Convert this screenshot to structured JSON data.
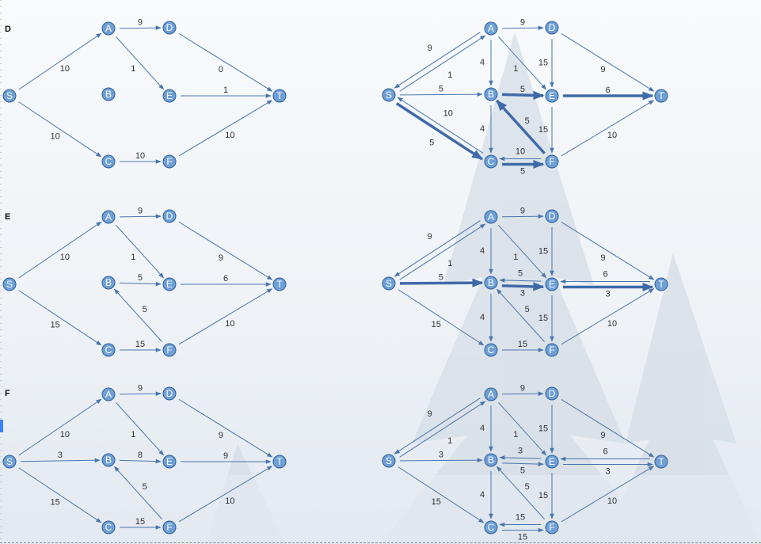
{
  "colors": {
    "node_fill": "#6e9fd6",
    "node_stroke": "#2f5f98",
    "edge": "#4a76ad",
    "flow": "#3f6aa8"
  },
  "panels": [
    {
      "label": "D",
      "label_row": 0,
      "left": [
        [
          "S",
          "A",
          "10"
        ],
        [
          "A",
          "D",
          "9"
        ],
        [
          "A",
          "E",
          "1"
        ],
        [
          "D",
          "T",
          "0"
        ],
        [
          "S",
          "C",
          "10"
        ],
        [
          "E",
          "T",
          "1"
        ],
        [
          "C",
          "F",
          "10"
        ],
        [
          "F",
          "T",
          "10"
        ]
      ],
      "right": [
        [
          "A",
          "S",
          "9"
        ],
        [
          "S",
          "A",
          "1"
        ],
        [
          "A",
          "D",
          "9"
        ],
        [
          "A",
          "B",
          "4"
        ],
        [
          "A",
          "E",
          "1"
        ],
        [
          "D",
          "E",
          "15"
        ],
        [
          "D",
          "T",
          "9"
        ],
        [
          "S",
          "B",
          "5"
        ],
        [
          "C",
          "S",
          "10"
        ],
        [
          "S",
          "C",
          "5",
          "thick"
        ],
        [
          "B",
          "E",
          "5",
          "thick"
        ],
        [
          "E",
          "T",
          "6",
          "thick"
        ],
        [
          "F",
          "B",
          "5",
          "thick"
        ],
        [
          "B",
          "C",
          "4"
        ],
        [
          "E",
          "F",
          "15"
        ],
        [
          "F",
          "C",
          "10"
        ],
        [
          "C",
          "F",
          "5",
          "thick"
        ],
        [
          "F",
          "T",
          "10"
        ]
      ]
    },
    {
      "label": "E",
      "label_row": 1,
      "left": [
        [
          "S",
          "A",
          "10"
        ],
        [
          "A",
          "D",
          "9"
        ],
        [
          "A",
          "E",
          "1"
        ],
        [
          "D",
          "T",
          "9"
        ],
        [
          "B",
          "E",
          "5"
        ],
        [
          "E",
          "T",
          "6"
        ],
        [
          "S",
          "C",
          "15"
        ],
        [
          "F",
          "B",
          "5"
        ],
        [
          "C",
          "F",
          "15"
        ],
        [
          "F",
          "T",
          "10"
        ]
      ],
      "right": [
        [
          "A",
          "S",
          "9"
        ],
        [
          "S",
          "A",
          "1"
        ],
        [
          "A",
          "D",
          "9"
        ],
        [
          "A",
          "B",
          "4"
        ],
        [
          "A",
          "E",
          "1"
        ],
        [
          "D",
          "E",
          "15"
        ],
        [
          "D",
          "T",
          "9"
        ],
        [
          "S",
          "B",
          "5",
          "thick"
        ],
        [
          "E",
          "B",
          "5"
        ],
        [
          "B",
          "E",
          "3",
          "thick"
        ],
        [
          "T",
          "E",
          "6"
        ],
        [
          "E",
          "T",
          "3",
          "thick"
        ],
        [
          "B",
          "C",
          "4"
        ],
        [
          "F",
          "B",
          "5"
        ],
        [
          "E",
          "F",
          "15"
        ],
        [
          "S",
          "C",
          "15"
        ],
        [
          "C",
          "F",
          "15"
        ],
        [
          "F",
          "T",
          "10"
        ]
      ]
    },
    {
      "label": "F",
      "label_row": 2,
      "left": [
        [
          "S",
          "A",
          "10"
        ],
        [
          "A",
          "D",
          "9"
        ],
        [
          "A",
          "E",
          "1"
        ],
        [
          "D",
          "T",
          "9"
        ],
        [
          "S",
          "B",
          "3"
        ],
        [
          "B",
          "E",
          "8"
        ],
        [
          "E",
          "T",
          "9"
        ],
        [
          "S",
          "C",
          "15"
        ],
        [
          "F",
          "B",
          "5"
        ],
        [
          "C",
          "F",
          "15"
        ],
        [
          "F",
          "T",
          "10"
        ]
      ],
      "right": [
        [
          "A",
          "S",
          "9"
        ],
        [
          "S",
          "A",
          "1"
        ],
        [
          "A",
          "D",
          "9"
        ],
        [
          "A",
          "B",
          "4"
        ],
        [
          "A",
          "E",
          "1"
        ],
        [
          "D",
          "E",
          "15"
        ],
        [
          "D",
          "T",
          "9"
        ],
        [
          "S",
          "B",
          "3"
        ],
        [
          "E",
          "B",
          "3"
        ],
        [
          "B",
          "E",
          "5"
        ],
        [
          "T",
          "E",
          "6"
        ],
        [
          "E",
          "T",
          "3"
        ],
        [
          "B",
          "C",
          "4"
        ],
        [
          "F",
          "B",
          "5"
        ],
        [
          "E",
          "F",
          "15"
        ],
        [
          "S",
          "C",
          "15"
        ],
        [
          "F",
          "C",
          "15"
        ],
        [
          "C",
          "F",
          "15"
        ],
        [
          "F",
          "T",
          "10"
        ]
      ]
    }
  ],
  "left_nodes": [
    "S",
    "A",
    "B",
    "C",
    "D",
    "E",
    "F",
    "T"
  ],
  "right_nodes": [
    "S",
    "A",
    "B",
    "C",
    "D",
    "E",
    "F",
    "T"
  ]
}
